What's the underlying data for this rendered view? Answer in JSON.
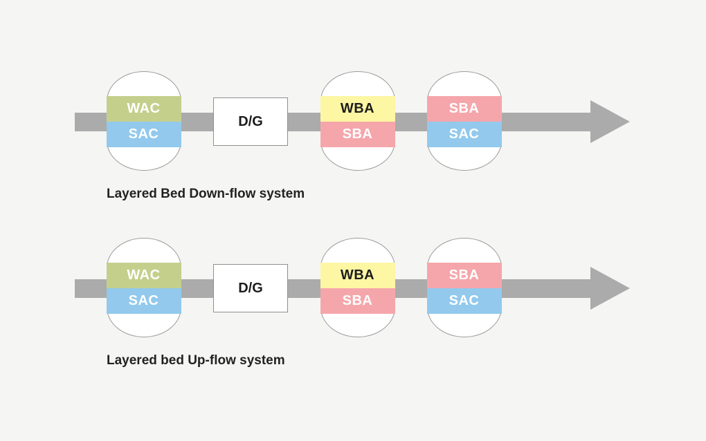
{
  "colors": {
    "background": "#f5f5f3",
    "arrow": "#ababab",
    "vessel_border": "#9a9a9a",
    "vessel_fill": "#ffffff",
    "box_border": "#8e8e8e",
    "box_fill": "#ffffff",
    "wac": "#c5cf8c",
    "sac": "#92c9ed",
    "wba": "#fdf6a3",
    "sba": "#f5a6ab",
    "label_light": "#ffffff",
    "label_dark": "#1c1c1c",
    "caption": "#222222"
  },
  "diagrams": [
    {
      "caption": "Layered Bed Down-flow system",
      "dg_label": "D/G",
      "vessels": [
        {
          "layers": [
            {
              "label": "WAC"
            },
            {
              "label": "SAC"
            }
          ]
        },
        {
          "layers": [
            {
              "label": "WBA"
            },
            {
              "label": "SBA"
            }
          ]
        },
        {
          "layers": [
            {
              "label": "SBA"
            },
            {
              "label": "SAC"
            }
          ]
        }
      ]
    },
    {
      "caption": "Layered bed Up-flow system",
      "dg_label": "D/G",
      "vessels": [
        {
          "layers": [
            {
              "label": "WAC"
            },
            {
              "label": "SAC"
            }
          ]
        },
        {
          "layers": [
            {
              "label": "WBA"
            },
            {
              "label": "SBA"
            }
          ]
        },
        {
          "layers": [
            {
              "label": "SBA"
            },
            {
              "label": "SAC"
            }
          ]
        }
      ]
    }
  ]
}
